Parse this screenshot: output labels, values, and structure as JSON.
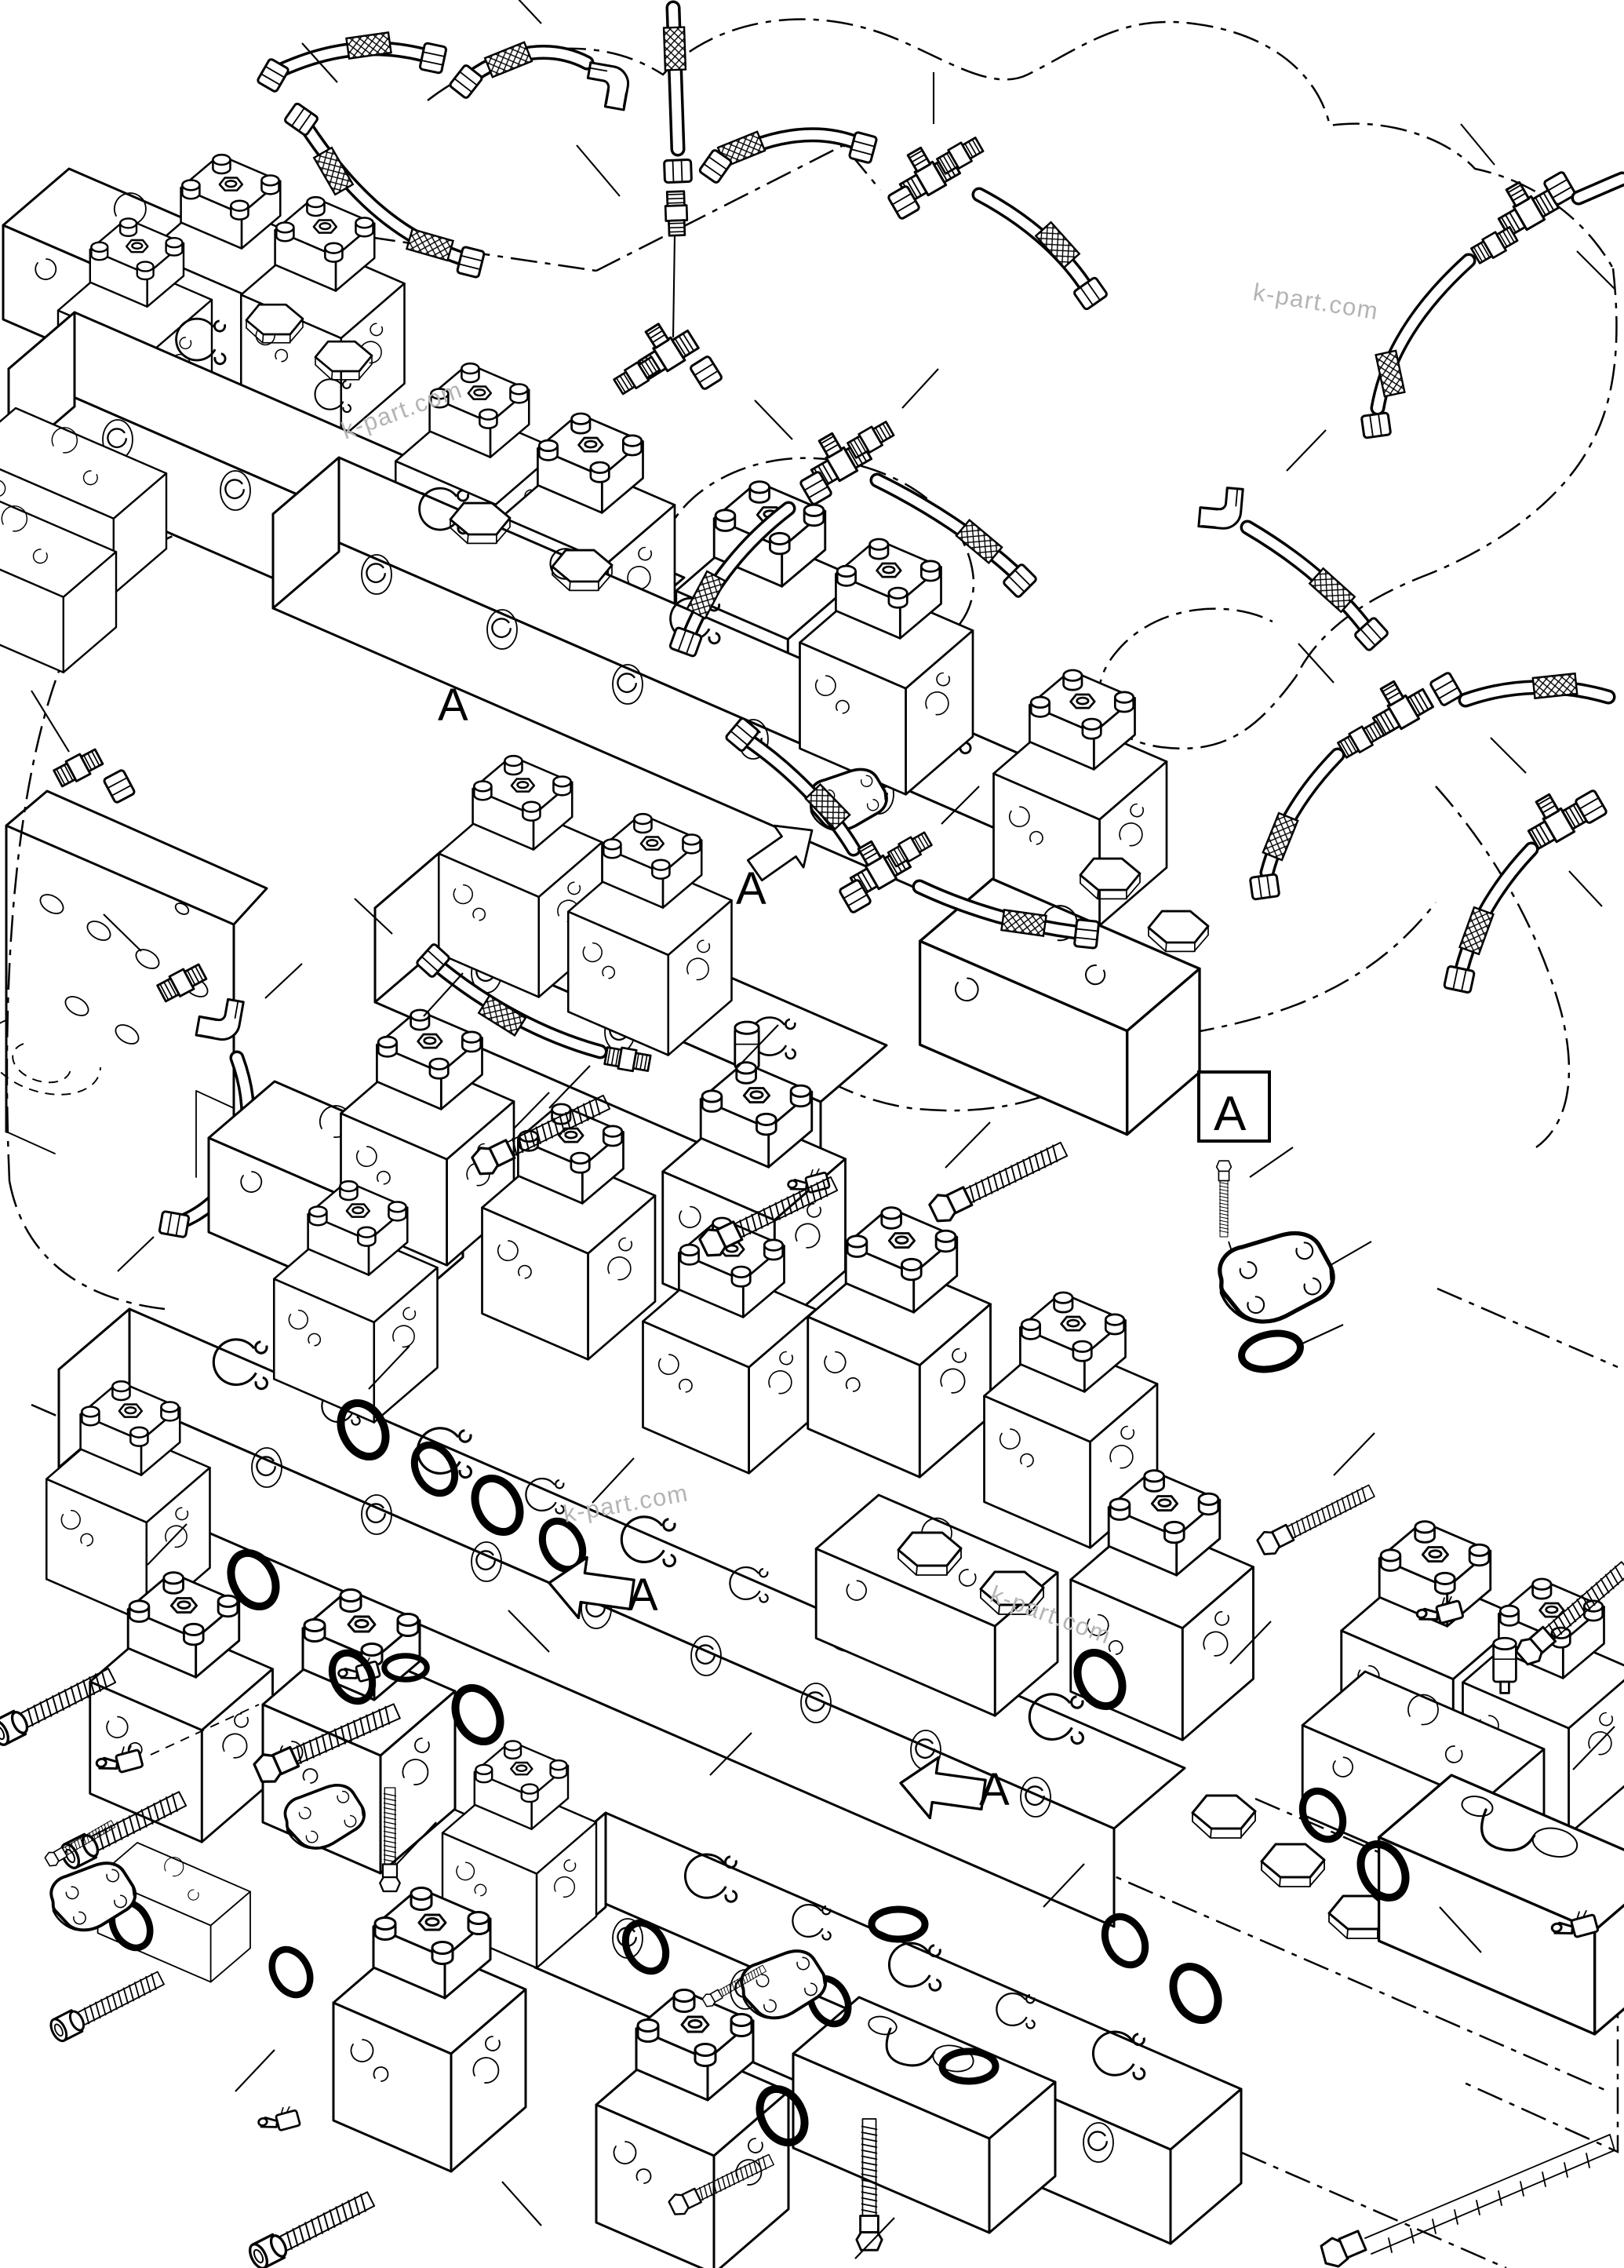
{
  "diagram": {
    "watermark_text": "k-part.com",
    "watermark_color": "#b4b4b4",
    "line_color": "#000000",
    "background_color": "#ffffff",
    "annotations": [
      {
        "id": "upper-view-arrow-1",
        "label": "A"
      },
      {
        "id": "upper-view-arrow-2",
        "label": "A"
      },
      {
        "id": "detail-box",
        "label": "A"
      },
      {
        "id": "exploded-arrow-1",
        "label": "A"
      },
      {
        "id": "exploded-arrow-2",
        "label": "A"
      }
    ]
  }
}
